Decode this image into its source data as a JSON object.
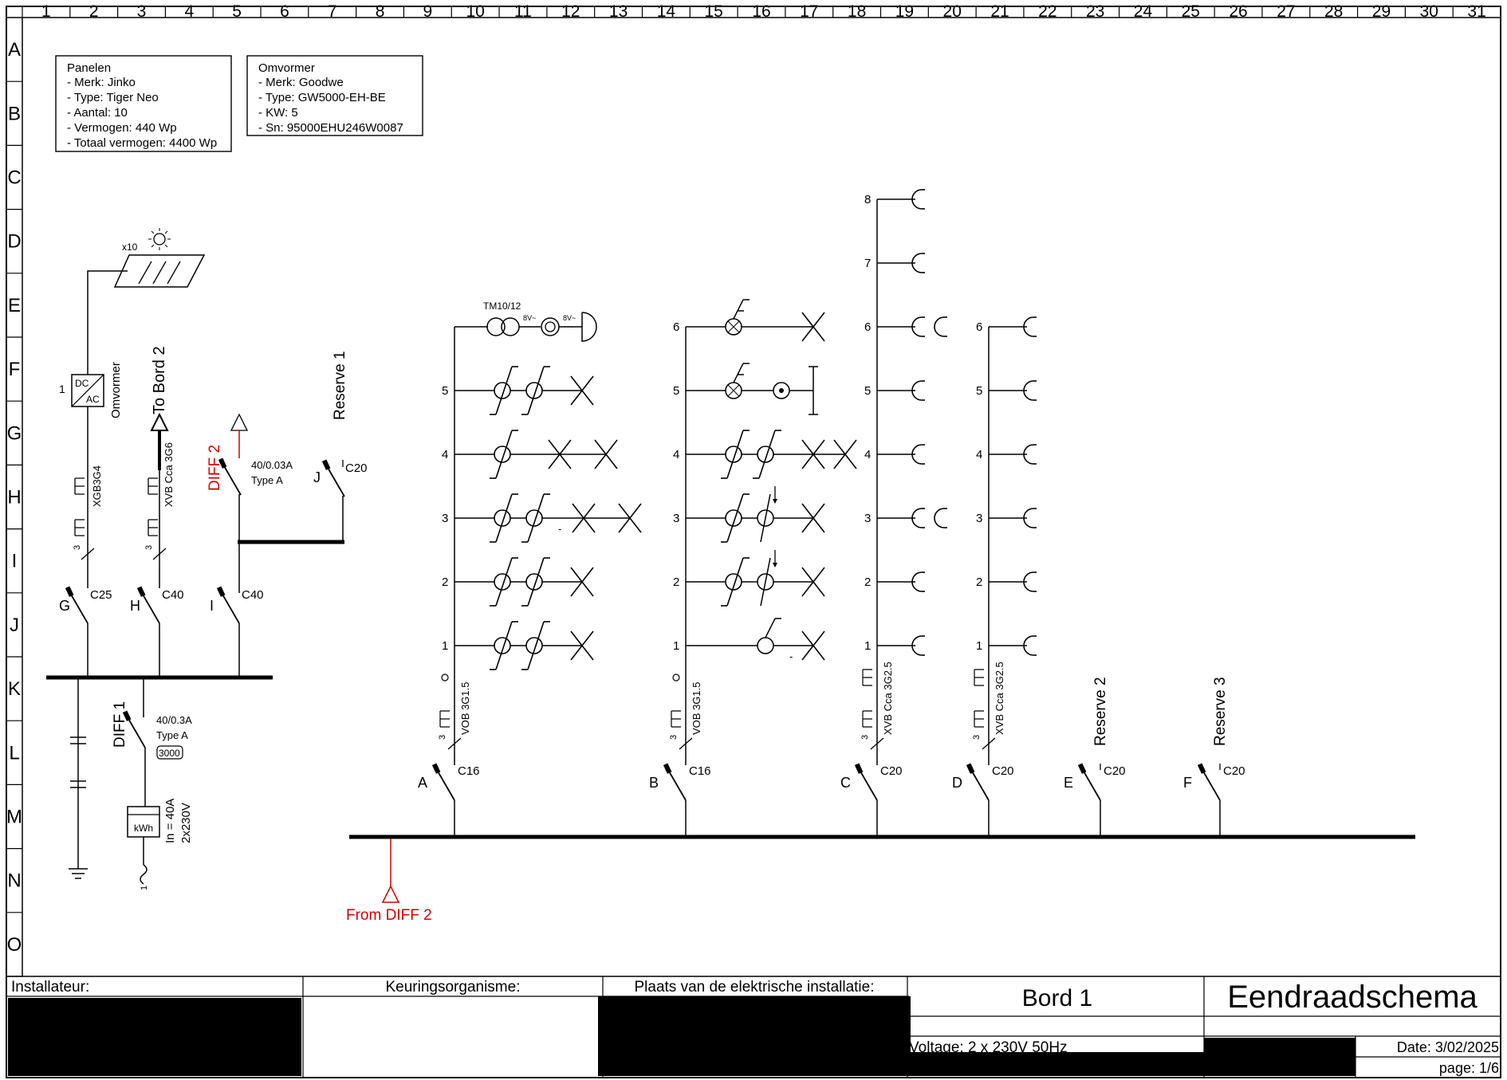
{
  "grid": {
    "columns": [
      "1",
      "2",
      "3",
      "4",
      "5",
      "6",
      "7",
      "8",
      "9",
      "10",
      "11",
      "12",
      "13",
      "14",
      "15",
      "16",
      "17",
      "18",
      "19",
      "20",
      "21",
      "22",
      "23",
      "24",
      "25",
      "26",
      "27",
      "28",
      "29",
      "30",
      "31"
    ],
    "rows": [
      "A",
      "B",
      "C",
      "D",
      "E",
      "F",
      "G",
      "H",
      "I",
      "J",
      "K",
      "L",
      "M",
      "N",
      "O"
    ]
  },
  "panelen_box": {
    "title": "Panelen",
    "lines": [
      "-  Merk: Jinko",
      "-  Type: Tiger Neo",
      "-  Aantal: 10",
      "-  Vermogen: 440 Wp",
      "-  Totaal vermogen: 4400 Wp"
    ]
  },
  "omvormer_box": {
    "title": "Omvormer",
    "lines": [
      "- Merk: Goodwe",
      "- Type: GW5000-EH-BE",
      "- KW: 5",
      "- Sn: 95000EHU246W0087"
    ]
  },
  "left_section": {
    "solar_count": "x10",
    "inverter_index": "1",
    "inverter_dc": "DC",
    "inverter_ac": "AC",
    "inverter_label": "Omvormer",
    "to_bord2": "To Bord 2",
    "cable_g": "XGB3G4",
    "cable_h": "XVB Cca 3G6",
    "cable_cores": "3",
    "diff2_label": "DIFF 2",
    "diff2_rating": "40/0.03A",
    "diff2_type": "Type A",
    "reserve1": "Reserve 1",
    "breaker_j_letter": "J",
    "breaker_j_rating": "C20",
    "breaker_g_letter": "G",
    "breaker_g_rating": "C25",
    "breaker_h_letter": "H",
    "breaker_h_rating": "C40",
    "breaker_i_letter": "I",
    "breaker_i_rating": "C40",
    "diff1_label": "DIFF 1",
    "diff1_rating": "40/0.3A",
    "diff1_type": "Type A",
    "diff1_code": "3000",
    "meter_label": "kWh",
    "meter_in": "In = 40A",
    "meter_voltage": "2x230V",
    "supply_phase": "1"
  },
  "circuits": {
    "transformer": "TM10/12",
    "volt_8a": "8V~",
    "volt_8b": "8V~",
    "a": {
      "letter": "A",
      "rating": "C16",
      "cable": "VOB 3G1.5",
      "cores": "3"
    },
    "b": {
      "letter": "B",
      "rating": "C16",
      "cable": "VOB 3G1.5",
      "cores": "3"
    },
    "c": {
      "letter": "C",
      "rating": "C20",
      "cable": "XVB Cca 3G2.5",
      "cores": "3"
    },
    "d": {
      "letter": "D",
      "rating": "C20",
      "cable": "XVB Cca 3G2.5",
      "cores": "3"
    },
    "e": {
      "letter": "E",
      "rating": "C20",
      "reserve": "Reserve 2"
    },
    "f": {
      "letter": "F",
      "rating": "C20",
      "reserve": "Reserve 3"
    },
    "n1": "1",
    "n2": "2",
    "n3": "3",
    "n4": "4",
    "n5": "5",
    "n6": "6",
    "n7": "7",
    "n8": "8",
    "minus": "-",
    "from_diff2": "From DIFF 2"
  },
  "title_block": {
    "installateur": "Installateur:",
    "keuring": "Keuringsorganisme:",
    "plaats": "Plaats van de elektrische installatie:",
    "bord": "Bord 1",
    "schema": "Eendraadschema",
    "voltage": "Voltage: 2 x 230V 50Hz",
    "date": "Date: 3/02/2025",
    "page": "page: 1/6"
  },
  "colors": {
    "accent_red": "#d40000",
    "line": "#000000"
  }
}
